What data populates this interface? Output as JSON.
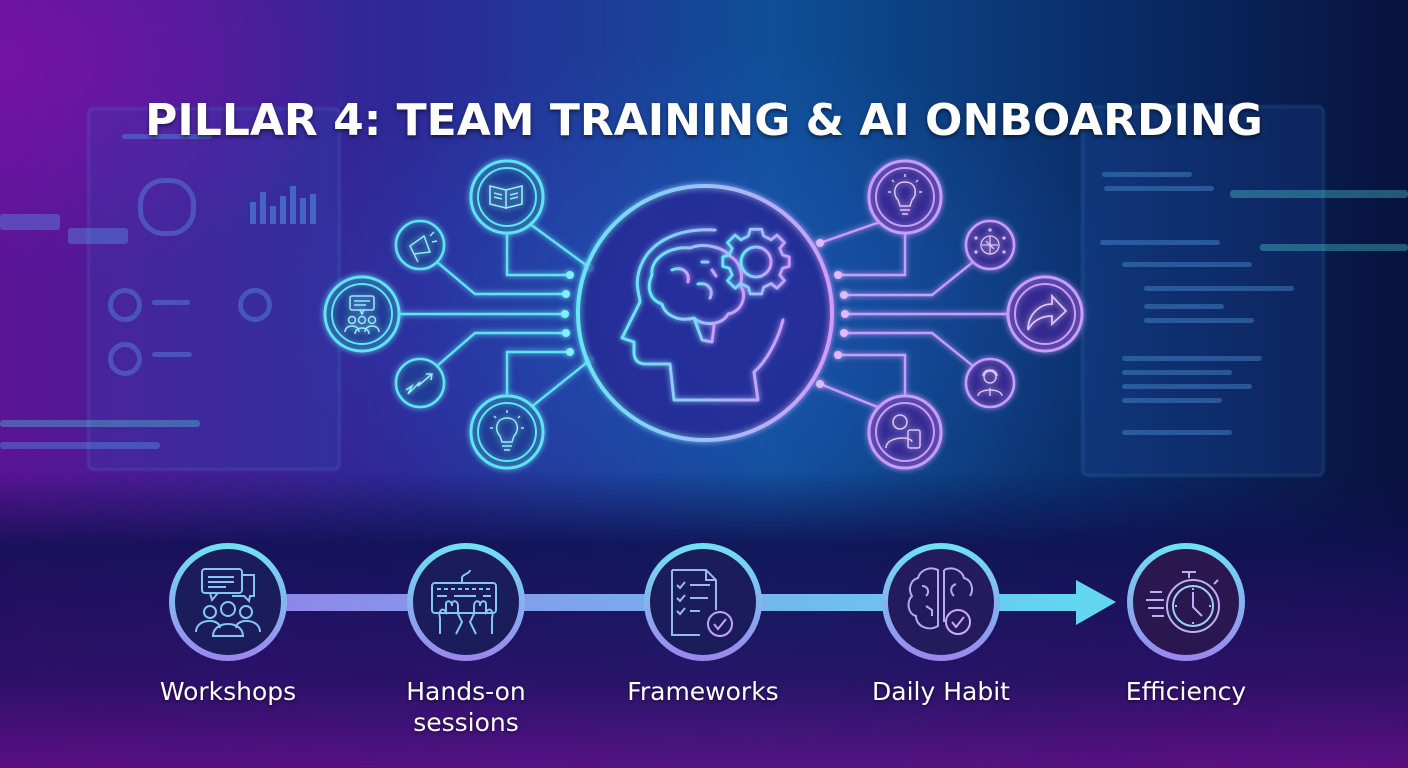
{
  "title": "PILLAR 4: TEAM TRAINING & AI ONBOARDING",
  "colors": {
    "cyan_accent": "#5fe3f5",
    "violet_accent": "#c79bff",
    "bg_left": "#5a1496",
    "bg_center": "#0e4f96",
    "bg_right": "#08123e",
    "label_text": "#ffffff"
  },
  "central_hub": {
    "icon": "head-brain-gear-icon"
  },
  "left_nodes": [
    {
      "icon": "open-book-icon"
    },
    {
      "icon": "megaphone-icon"
    },
    {
      "icon": "group-chat-icon"
    },
    {
      "icon": "growth-arrow-icon"
    },
    {
      "icon": "lightbulb-icon"
    }
  ],
  "right_nodes": [
    {
      "icon": "lightbulb-icon"
    },
    {
      "icon": "ai-brain-circuit-icon"
    },
    {
      "icon": "share-arrow-icon"
    },
    {
      "icon": "support-agent-icon"
    },
    {
      "icon": "user-tablet-icon"
    }
  ],
  "steps": [
    {
      "label": "Workshops",
      "label_line2": "",
      "icon": "group-discussion-icon"
    },
    {
      "label": "Hands-on",
      "label_line2": "sessions",
      "icon": "keyboard-hands-icon"
    },
    {
      "label": "Frameworks",
      "label_line2": "",
      "icon": "checklist-document-icon"
    },
    {
      "label": "Daily Habit",
      "label_line2": "",
      "icon": "brain-check-icon"
    },
    {
      "label": "Efficiency",
      "label_line2": "",
      "icon": "stopwatch-speed-icon"
    }
  ]
}
